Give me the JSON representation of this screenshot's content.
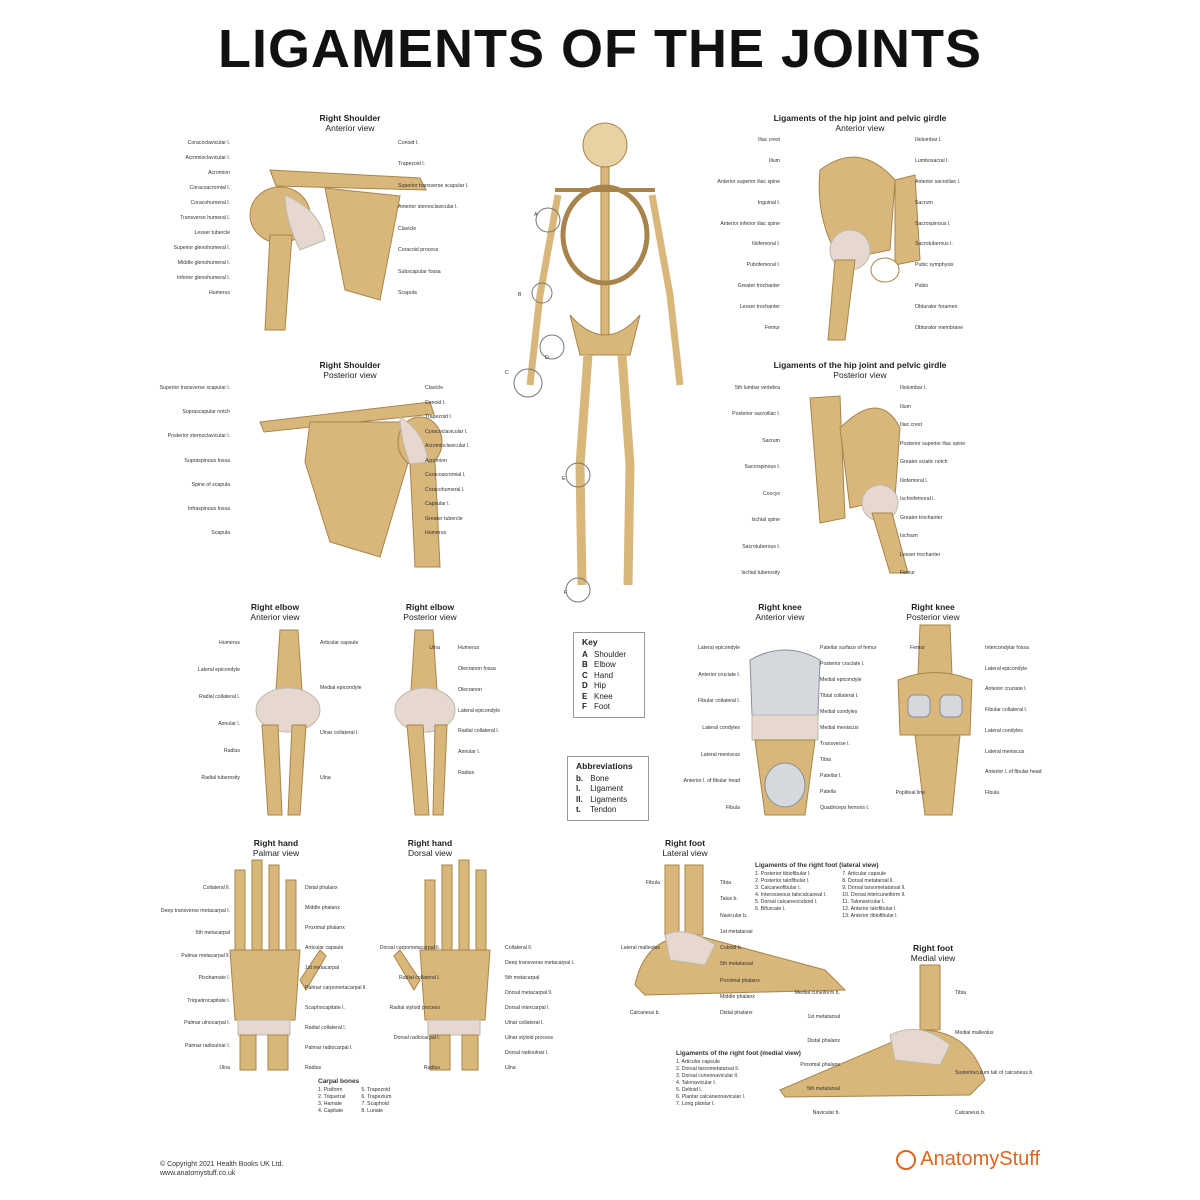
{
  "title": "LIGAMENTS OF THE JOINTS",
  "panels": {
    "shoulder_ant": {
      "title": "Right Shoulder",
      "subtitle": "Anterior view",
      "labels_left": [
        "Coracoclavicular l.",
        "Acromioclavicular l.",
        "Acromion",
        "Coracoacromial l.",
        "Coracohumeral l.",
        "Transverse humeral l.",
        "Lesser tubercle",
        "Superior glenohumeral l.",
        "Middle glenohumeral l.",
        "Inferior glenohumeral l.",
        "Humerus"
      ],
      "labels_right": [
        "Conoid l.",
        "Trapezoid l.",
        "Superior transverse scapular l.",
        "Anterior sternoclavicular l.",
        "Clavicle",
        "Coracoid process",
        "Subscapular fossa",
        "Scapula"
      ]
    },
    "shoulder_post": {
      "title": "Right Shoulder",
      "subtitle": "Posterior view",
      "labels_left": [
        "Superior transverse scapular l.",
        "Suprascapular notch",
        "Posterior sternoclavicular l.",
        "Supraspinous fossa",
        "Spine of scapula",
        "Infraspinous fossa",
        "Scapula"
      ],
      "labels_right": [
        "Clavicle",
        "Conoid l.",
        "Trapezoid l.",
        "Coracoclavicular l.",
        "Acromioclavicular l.",
        "Acromion",
        "Coracoacromial l.",
        "Coracohumeral l.",
        "Capsular l.",
        "Greater tubercle",
        "Humerus"
      ]
    },
    "hip_ant": {
      "title": "Ligaments of the hip joint and pelvic girdle",
      "subtitle": "Anterior view",
      "labels_left": [
        "Iliac crest",
        "Ilium",
        "Anterior superior iliac spine",
        "Inguinal l.",
        "Anterior inferior iliac spine",
        "Iliofemoral l.",
        "Pubofemoral l.",
        "Greater trochanter",
        "Lesser trochanter",
        "Femur"
      ],
      "labels_right": [
        "Iliolumbar l.",
        "Lumbosacral l.",
        "Anterior sacroiliac l.",
        "Sacrum",
        "Sacrospinous l.",
        "Sacrotuberous l.",
        "Pubic symphysis",
        "Pubis",
        "Obturator foramen",
        "Obturator membrane"
      ]
    },
    "hip_post": {
      "title": "Ligaments of the hip joint and pelvic girdle",
      "subtitle": "Posterior view",
      "labels_left": [
        "5th lumbar vertebra",
        "Posterior sacroiliac l.",
        "Sacrum",
        "Sacrospinous l.",
        "Coccyx",
        "Ischial spine",
        "Sacrotuberous l.",
        "Ischial tuberosity"
      ],
      "labels_right": [
        "Iliolumbar l.",
        "Ilium",
        "Iliac crest",
        "Posterior superior iliac spine",
        "Greater sciatic notch",
        "Iliofemoral l.",
        "Ischiofemoral l.",
        "Greater trochanter",
        "Ischium",
        "Lesser trochanter",
        "Femur"
      ]
    },
    "elbow_ant": {
      "title": "Right elbow",
      "subtitle": "Anterior view",
      "labels_left": [
        "Humerus",
        "Lateral epicondyle",
        "Radial collateral l.",
        "Annular l.",
        "Radius",
        "Radial tuberosity"
      ],
      "labels_right": [
        "Articular capsule",
        "Medial epicondyle",
        "Ulnar collateral l.",
        "Ulna"
      ]
    },
    "elbow_post": {
      "title": "Right elbow",
      "subtitle": "Posterior view",
      "labels_left": [
        "Ulna"
      ],
      "labels_right": [
        "Humerus",
        "Olecranon fossa",
        "Olecranon",
        "Lateral epicondyle",
        "Radial collateral l.",
        "Annular l.",
        "Radius"
      ]
    },
    "knee_ant": {
      "title": "Right knee",
      "subtitle": "Anterior view",
      "labels_left": [
        "Lateral epicondyle",
        "Anterior cruciate l.",
        "Fibular collateral l.",
        "Lateral condyles",
        "Lateral meniscus",
        "Anterior l. of fibular head",
        "Fibula"
      ],
      "labels_right": [
        "Patellar surface of femur",
        "Posterior cruciate l.",
        "Medial epicondyle",
        "Tibial collateral l.",
        "Medial condyles",
        "Medial meniscus",
        "Transverse l.",
        "Tibia",
        "Patellar l.",
        "Patella",
        "Quadriceps femoris t."
      ]
    },
    "knee_post": {
      "title": "Right knee",
      "subtitle": "Posterior view",
      "labels_left": [
        "Femur",
        "Popliteal line"
      ],
      "labels_right": [
        "Intercondylar fossa",
        "Lateral epicondyle",
        "Anterior cruciate l.",
        "Fibular collateral l.",
        "Lateral condyles",
        "Lateral meniscus",
        "Anterior l. of fibular head",
        "Fibula"
      ]
    },
    "hand_palmar": {
      "title": "Right hand",
      "subtitle": "Palmar view",
      "labels_left": [
        "Collateral ll.",
        "Deep transverse metacarpal l.",
        "5th metacarpal",
        "Palmar metacarpal ll.",
        "Pisohamate l.",
        "Triquetrocapitate l.",
        "Palmar ulnocarpal l.",
        "Palmar radioulnar l.",
        "Ulna"
      ],
      "labels_right": [
        "Distal phalanx",
        "Middle phalanx",
        "Proximal phalanx",
        "Articular capsule",
        "1st metacarpal",
        "Palmar carpometacarpal ll.",
        "Scaphocapitate l.",
        "Radial collateral l.",
        "Palmar radiocarpal l.",
        "Radius"
      ]
    },
    "hand_dorsal": {
      "title": "Right hand",
      "subtitle": "Dorsal view",
      "labels_left": [
        "Dorsal carpometacarpal ll.",
        "Radial collateral l.",
        "Radial styloid process",
        "Dorsal radiocarpal l.",
        "Radius"
      ],
      "labels_right": [
        "Collateral ll.",
        "Deep transverse metacarpal l.",
        "5th metacarpal",
        "Dorsal metacarpal ll.",
        "Dorsal intercarpal l.",
        "Ulnar collateral l.",
        "Ulnar styloid process",
        "Dorsal radioulnar l.",
        "Ulna"
      ]
    },
    "foot_lat": {
      "title": "Right foot",
      "subtitle": "Lateral view",
      "labels_left": [
        "Fibula",
        "Lateral malleolus",
        "Calcaneus b."
      ],
      "labels_right": [
        "Tibia",
        "Talus b.",
        "Navicular b.",
        "1st metatarsal",
        "Cuboid b.",
        "5th metatarsal",
        "Proximal phalanx",
        "Middle phalanx",
        "Distal phalanx"
      ]
    },
    "foot_med": {
      "title": "Right foot",
      "subtitle": "Medial view",
      "labels_left": [
        "Medial cuneiform b.",
        "1st metatarsal",
        "Distal phalanx",
        "Proximal phalanx",
        "5th metatarsal",
        "Navicular b."
      ],
      "labels_right": [
        "Tibia",
        "Medial malleolus",
        "Sustentaculum tali of calcaneus b.",
        "Calcaneus b."
      ]
    }
  },
  "skeleton_markers": [
    "A",
    "B",
    "C",
    "D",
    "E",
    "F"
  ],
  "key": {
    "title": "Key",
    "items": [
      {
        "k": "A",
        "v": "Shoulder"
      },
      {
        "k": "B",
        "v": "Elbow"
      },
      {
        "k": "C",
        "v": "Hand"
      },
      {
        "k": "D",
        "v": "Hip"
      },
      {
        "k": "E",
        "v": "Knee"
      },
      {
        "k": "F",
        "v": "Foot"
      }
    ]
  },
  "abbreviations": {
    "title": "Abbreviations",
    "items": [
      {
        "k": "b.",
        "v": "Bone"
      },
      {
        "k": "l.",
        "v": "Ligament"
      },
      {
        "k": "ll.",
        "v": "Ligaments"
      },
      {
        "k": "t.",
        "v": "Tendon"
      }
    ]
  },
  "carpal_bones": {
    "title": "Carpal bones",
    "col1": [
      "1. Pisiform",
      "2. Triquetral",
      "3. Hamate",
      "4. Capitate"
    ],
    "col2": [
      "5. Trapezoid",
      "6. Trapezium",
      "7. Scaphoid",
      "8. Lunate"
    ]
  },
  "foot_lat_list": {
    "title": "Ligaments of the right foot (lateral view)",
    "col1": [
      "1. Posterior tibiofibular l.",
      "2. Posterior talofibular l.",
      "3. Calcaneofibular l.",
      "4. Interosseous talocalcaneal l.",
      "5. Dorsal calcaneocuboid l.",
      "6. Bifurcate l."
    ],
    "col2": [
      "7. Articular capsule",
      "8. Dorsal metatarsal ll.",
      "9. Dorsal tarsometatarsal ll.",
      "10. Dorsal intercuneiform ll.",
      "11. Talonavicular l.",
      "12. Anterior talofibular l.",
      "13. Anterior tibiofibular l."
    ]
  },
  "foot_med_list": {
    "title": "Ligaments of the right foot (medial view)",
    "items": [
      "1. Articular capsule",
      "2. Dorsal tarsometatarsal ll.",
      "3. Dorsal cuneonavicular ll.",
      "4. Talonavicular l.",
      "5. Deltoid l.",
      "6. Plantar calcaneonavicular l.",
      "7. Long plantar l."
    ]
  },
  "footer": {
    "copyright": "© Copyright 2021 Health Books UK Ltd.",
    "url": "www.anatomystuff.co.uk",
    "brand": "AnatomyStuff"
  },
  "colors": {
    "bone": "#d9b77a",
    "bone_dark": "#a8844a",
    "ligament": "#e6d8cf",
    "accent": "#e0651c"
  }
}
